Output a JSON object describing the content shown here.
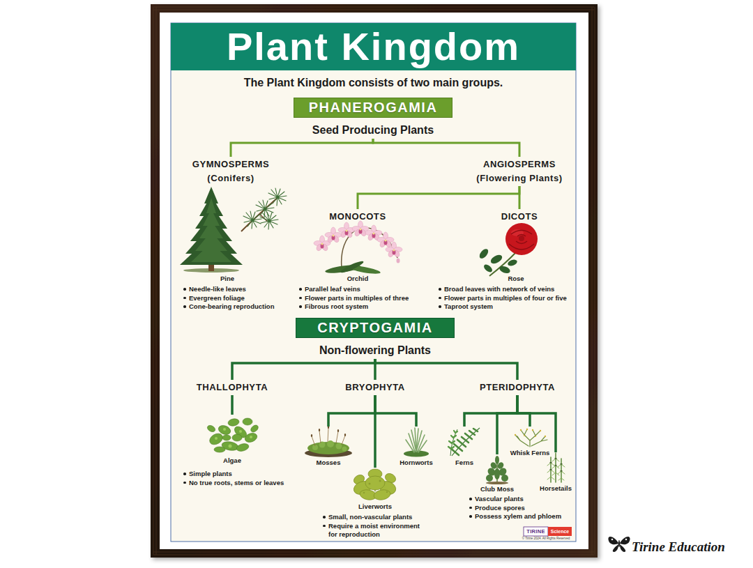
{
  "diagram": {
    "title": "Plant Kingdom",
    "nodes": [
      {
        "text": [
          "PHANEROGAMIA",
          "Seed Producing Plants"
        ]
      },
      {
        "text": [
          "GYMNOSPERMS",
          "(Conifers)"
        ]
      },
      {
        "text": [
          "ANGIOSPERMS",
          "(Flowering Plants)"
        ]
      },
      {
        "text": [
          "MONOCOTS"
        ]
      },
      {
        "text": [
          "DICOTS"
        ]
      },
      {
        "text": [
          "CRYPTOGAMIA",
          "Non-flowering Plants"
        ]
      },
      {
        "text": [
          "THALLOPHYTA"
        ]
      },
      {
        "text": [
          "BRYOPHYTA"
        ]
      },
      {
        "text": [
          "PTERIDOPHYTA"
        ]
      },
      {
        "text": [
          "Algae"
        ]
      },
      {
        "text": [
          "Mosses"
        ]
      },
      {
        "text": [
          "Liverworts"
        ]
      },
      {
        "text": [
          "Hornworts"
        ]
      },
      {
        "text": [
          "Ferns"
        ]
      },
      {
        "text": [
          "Club Moss"
        ]
      },
      {
        "text": [
          "Whisk Ferns"
        ]
      },
      {
        "text": [
          "Horsetails"
        ]
      }
    ],
    "edges": [
      {
        "from": 0,
        "to": 1,
        "arrow": "none"
      },
      {
        "from": 0,
        "to": 2,
        "arrow": "none"
      },
      {
        "from": 2,
        "to": 3,
        "arrow": "none"
      },
      {
        "from": 2,
        "to": 4,
        "arrow": "none"
      },
      {
        "from": 5,
        "to": 6,
        "arrow": "none"
      },
      {
        "from": 5,
        "to": 7,
        "arrow": "none"
      },
      {
        "from": 5,
        "to": 8,
        "arrow": "none"
      },
      {
        "from": 6,
        "to": 9,
        "arrow": "none"
      },
      {
        "from": 7,
        "to": 10,
        "arrow": "none"
      },
      {
        "from": 7,
        "to": 11,
        "arrow": "none"
      },
      {
        "from": 7,
        "to": 12,
        "arrow": "none"
      },
      {
        "from": 8,
        "to": 13,
        "arrow": "none"
      },
      {
        "from": 8,
        "to": 14,
        "arrow": "none"
      },
      {
        "from": 8,
        "to": 15,
        "arrow": "none"
      },
      {
        "from": 8,
        "to": 16,
        "arrow": "none"
      }
    ],
    "labels": [
      "The Plant Kingdom consists of two main groups.",
      "Pine",
      "Orchid",
      "Rose",
      "Needle-like leaves",
      "Evergreen foliage",
      "Cone-bearing reproduction",
      "Parallel leaf veins",
      "Flower parts in multiples of three",
      "Fibrous root system",
      "Broad leaves with network of veins",
      "Flower parts in multiples of four or five",
      "Taproot system",
      "Simple plants",
      "No true roots, stems or leaves",
      "Small, non-vascular plants",
      "Require a moist environment for reproduction",
      "Vascular plants",
      "Produce spores",
      "Possess xylem and phloem",
      "TIRINE",
      "Science",
      "© Tirine 2024. All Rights Reserved",
      "Tirine Education"
    ]
  }
}
